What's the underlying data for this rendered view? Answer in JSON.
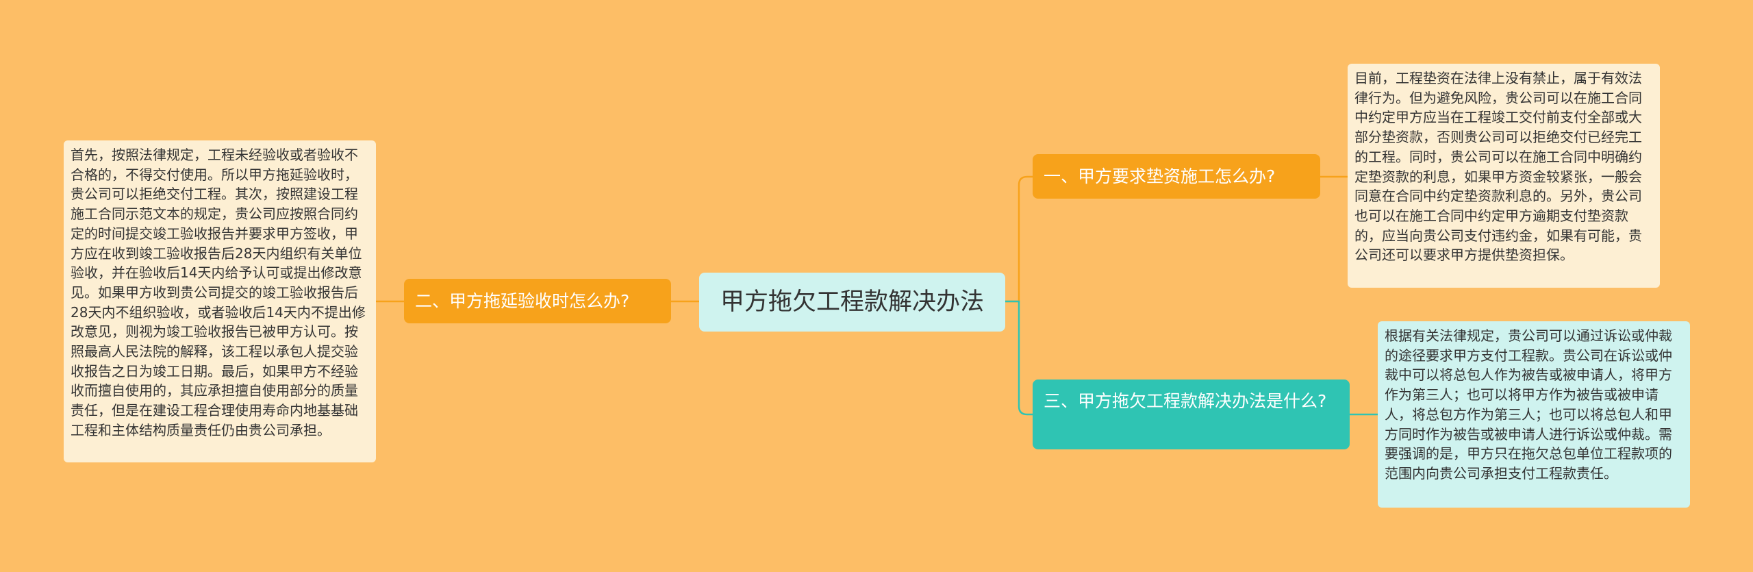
{
  "colors": {
    "background": "#FDBE66",
    "central_fill": "#CFF3EF",
    "branch_orange": "#F7A21B",
    "branch_teal": "#2FC4B3",
    "leaf_cream": "#FDEFD3",
    "leaf_mint": "#CFF3EF"
  },
  "mindmap": {
    "central": {
      "label": "甲方拖欠工程款解决办法"
    },
    "branches": [
      {
        "label": "一、甲方要求垫资施工怎么办?",
        "color": "#F7A21B",
        "detail": "目前，工程垫资在法律上没有禁止，属于有效法律行为。但为避免风险，贵公司可以在施工合同中约定甲方应当在工程竣工交付前支付全部或大部分垫资款，否则贵公司可以拒绝交付已经完工的工程。同时，贵公司可以在施工合同中明确约定垫资款的利息，如果甲方资金较紧张，一般会同意在合同中约定垫资款利息的。另外，贵公司也可以在施工合同中约定甲方逾期支付垫资款的，应当向贵公司支付违约金，如果有可能，贵公司还可以要求甲方提供垫资担保。"
      },
      {
        "label": "二、甲方拖延验收时怎么办?",
        "color": "#F7A21B",
        "detail": "首先，按照法律规定，工程未经验收或者验收不合格的，不得交付使用。所以甲方拖延验收时，贵公司可以拒绝交付工程。其次，按照建设工程施工合同示范文本的规定，贵公司应按照合同约定的时间提交竣工验收报告并要求甲方签收，甲方应在收到竣工验收报告后28天内组织有关单位验收，并在验收后14天内给予认可或提出修改意见。如果甲方收到贵公司提交的竣工验收报告后28天内不组织验收，或者验收后14天内不提出修改意见，则视为竣工验收报告已被甲方认可。按照最高人民法院的解释，该工程以承包人提交验收报告之日为竣工日期。最后，如果甲方不经验收而擅自使用的，其应承担擅自使用部分的质量责任，但是在建设工程合理使用寿命内地基基础工程和主体结构质量责任仍由贵公司承担。"
      },
      {
        "label": "三、甲方拖欠工程款解决办法是什么?",
        "color": "#2FC4B3",
        "detail": "根据有关法律规定，贵公司可以通过诉讼或仲裁的途径要求甲方支付工程款。贵公司在诉讼或仲裁中可以将总包人作为被告或被申请人，将甲方作为第三人；也可以将甲方作为被告或被申请人，将总包方作为第三人；也可以将总包人和甲方同时作为被告或被申请人进行诉讼或仲裁。需要强调的是，甲方只在拖欠总包单位工程款项的范围内向贵公司承担支付工程款责任。"
      }
    ]
  }
}
